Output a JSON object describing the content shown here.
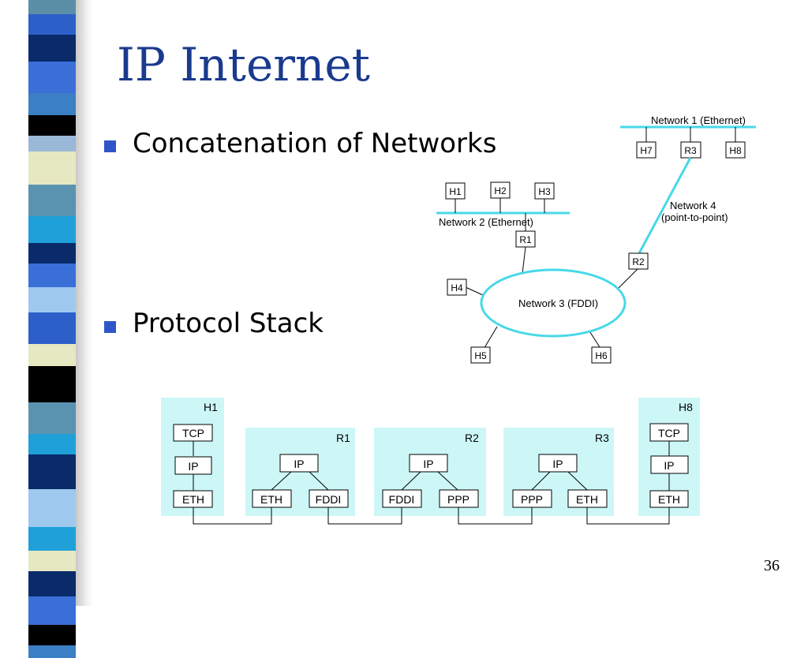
{
  "slide": {
    "title": "IP Internet",
    "bullets": [
      "Concatenation of Networks",
      "Protocol Stack"
    ],
    "page_number": "36"
  },
  "colors": {
    "title": "#1a3a8e",
    "bullet": "#2e56c8",
    "network_line": "#48d8e8",
    "stack_panel": "#cdf7f7"
  },
  "network_diagram": {
    "networks": {
      "net1": "Network 1 (Ethernet)",
      "net2": "Network 2 (Ethernet)",
      "net3": "Network 3 (FDDI)",
      "net4_line1": "Network 4",
      "net4_line2": "(point-to-point)"
    },
    "nodes": {
      "H1": "H1",
      "H2": "H2",
      "H3": "H3",
      "H4": "H4",
      "H5": "H5",
      "H6": "H6",
      "H7": "H7",
      "H8": "H8",
      "R1": "R1",
      "R2": "R2",
      "R3": "R3"
    }
  },
  "protocol_stack": {
    "H1": {
      "name": "H1",
      "layers": [
        "TCP",
        "IP",
        "ETH"
      ]
    },
    "R1": {
      "name": "R1",
      "layers": [
        "IP",
        "ETH",
        "FDDI"
      ]
    },
    "R2": {
      "name": "R2",
      "layers": [
        "IP",
        "FDDI",
        "PPP"
      ]
    },
    "R3": {
      "name": "R3",
      "layers": [
        "IP",
        "PPP",
        "ETH"
      ]
    },
    "H8": {
      "name": "H8",
      "layers": [
        "TCP",
        "IP",
        "ETH"
      ]
    }
  }
}
